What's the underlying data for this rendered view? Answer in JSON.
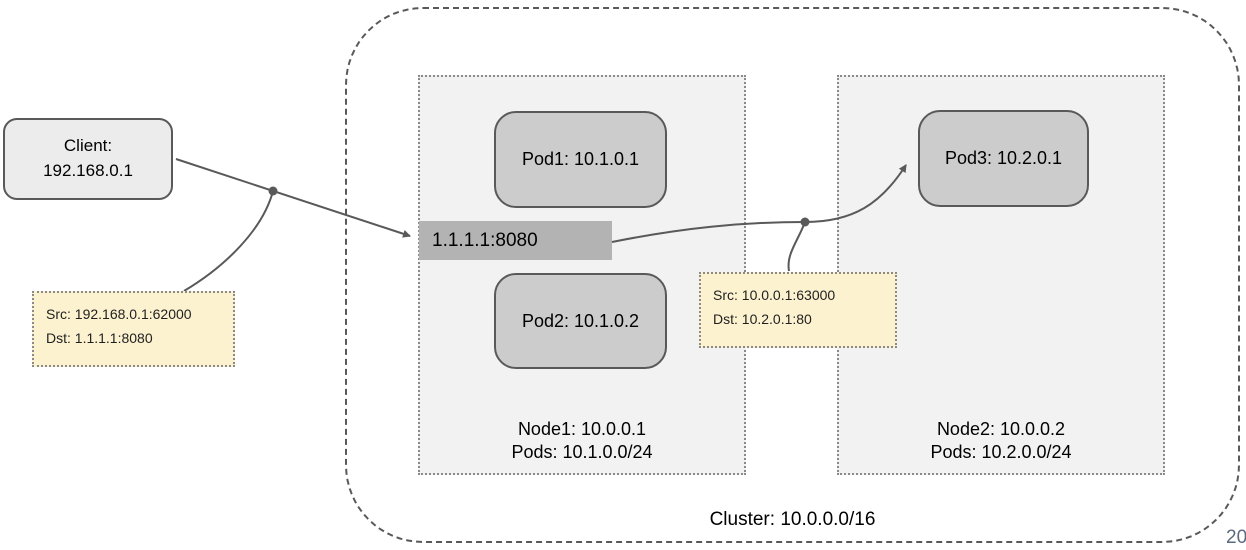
{
  "client": {
    "line1": "Client:",
    "line2": "192.168.0.1"
  },
  "service": {
    "label": "1.1.1.1:8080"
  },
  "pods": {
    "pod1": "Pod1: 10.1.0.1",
    "pod2": "Pod2: 10.1.0.2",
    "pod3": "Pod3: 10.2.0.1"
  },
  "nodes": {
    "node1": {
      "line1": "Node1: 10.0.0.1",
      "line2": "Pods: 10.1.0.0/24"
    },
    "node2": {
      "line1": "Node2: 10.0.0.2",
      "line2": "Pods: 10.2.0.0/24"
    }
  },
  "cluster": {
    "label": "Cluster: 10.0.0.0/16"
  },
  "notes": {
    "note1": {
      "src": "Src: 192.168.0.1:62000",
      "dst": "Dst: 1.1.1.1:8080"
    },
    "note2": {
      "src": "Src: 10.0.0.1:63000",
      "dst": "Dst: 10.2.0.1:80"
    }
  },
  "page_number": "20",
  "colors": {
    "line": "#595959",
    "pod_fill": "#cccccc",
    "service_fill": "#b3b3b3",
    "node_fill": "#f2f2f2",
    "client_fill": "#ececec",
    "note_fill": "#fdf2d0",
    "page_number": "#5b6b7e"
  }
}
